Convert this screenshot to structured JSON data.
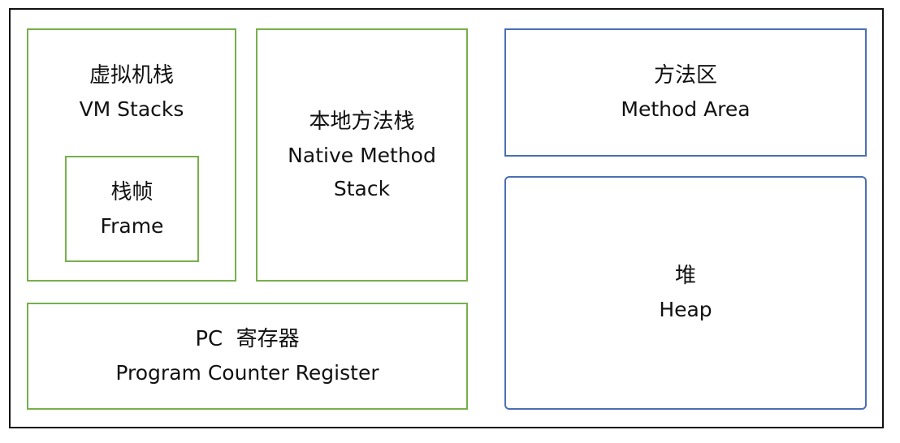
{
  "vm_stacks": {
    "zh": "虚拟机栈",
    "en": "VM Stacks"
  },
  "frame": {
    "zh": "栈帧",
    "en": "Frame"
  },
  "native_method_stack": {
    "zh": "本地方法栈",
    "en_line1": "Native Method",
    "en_line2": "Stack"
  },
  "pc_register": {
    "zh": "PC  寄存器",
    "en": "Program Counter Register"
  },
  "method_area": {
    "zh": "方法区",
    "en": "Method Area"
  },
  "heap": {
    "zh": "堆",
    "en": "Heap"
  },
  "colors": {
    "thread_private_border": "#77b04b",
    "shared_border": "#4a6fb5",
    "outer_border": "#111111"
  }
}
